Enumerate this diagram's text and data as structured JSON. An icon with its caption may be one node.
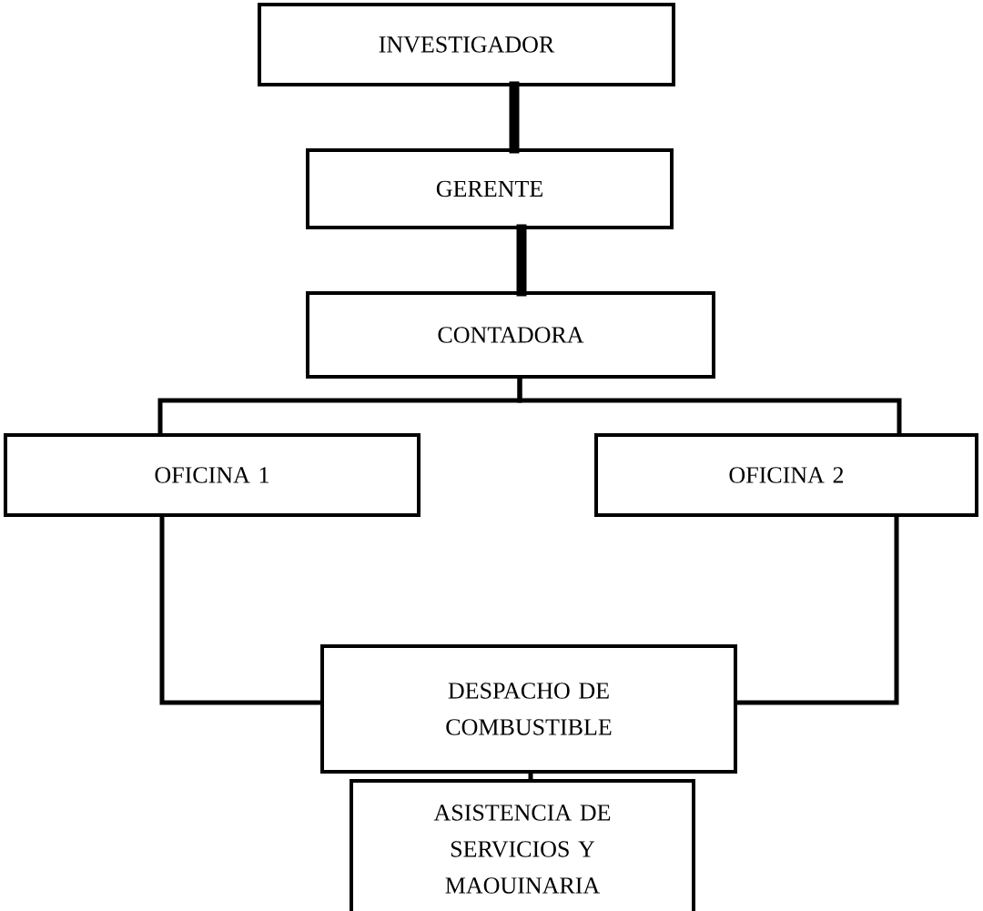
{
  "diagram": {
    "nodes": [
      {
        "text": [
          "INVESTIGADOR"
        ]
      },
      {
        "text": [
          "GERENTE"
        ]
      },
      {
        "text": [
          "CONTADORA"
        ]
      },
      {
        "text": [
          "OFICINA 1"
        ]
      },
      {
        "text": [
          "OFICINA 2"
        ]
      },
      {
        "text": [
          "DESPACHO DE COMBUSTIBLE"
        ]
      },
      {
        "text": [
          "ASISTENCIA DE SERVICIOS Y MAOUINARIA"
        ]
      }
    ],
    "edges": [
      {
        "from": 0,
        "to": 1,
        "arrow": "none",
        "style": "thick"
      },
      {
        "from": 1,
        "to": 2,
        "arrow": "none",
        "style": "thick"
      },
      {
        "from": 2,
        "to": 3,
        "arrow": "none"
      },
      {
        "from": 2,
        "to": 4,
        "arrow": "none"
      },
      {
        "from": 3,
        "to": 5,
        "arrow": "none"
      },
      {
        "from": 4,
        "to": 5,
        "arrow": "none"
      },
      {
        "from": 5,
        "to": 6,
        "arrow": "none"
      }
    ]
  }
}
